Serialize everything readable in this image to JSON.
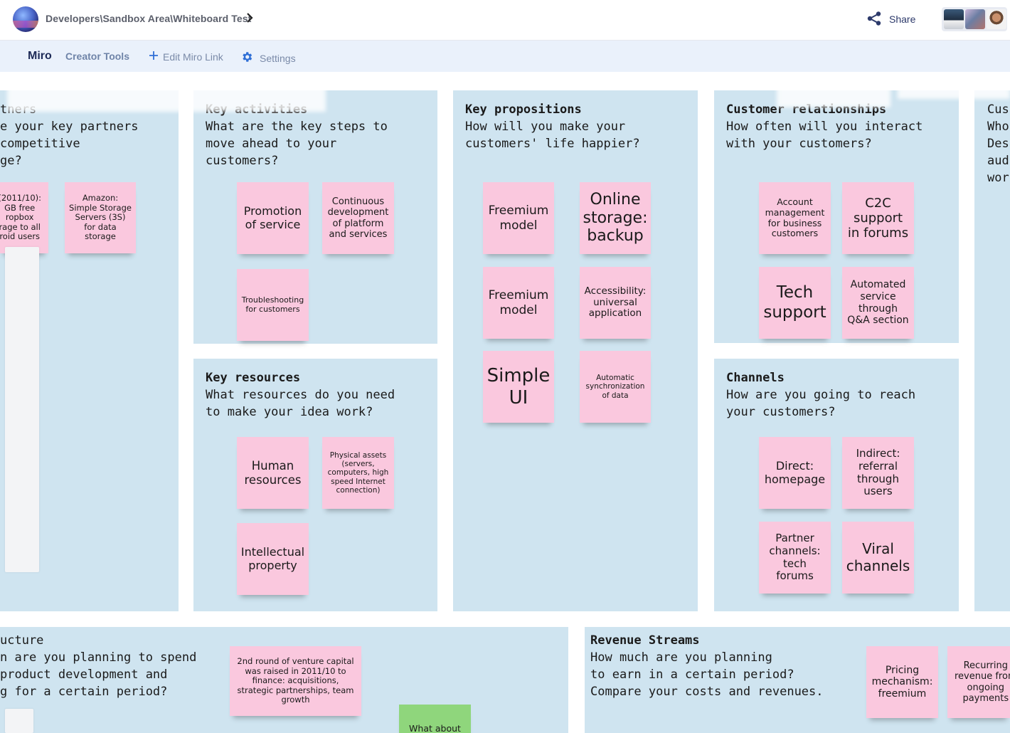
{
  "header": {
    "breadcrumb": "Developers\\Sandbox Area\\Whiteboard Test",
    "chevron": "›",
    "share_label": "Share",
    "avatars": [
      "user-avatar-1",
      "user-avatar-2",
      "user-avatar-3"
    ]
  },
  "toolbar": {
    "miro_label": "Miro",
    "creator_tools_label": "Creator Tools",
    "edit_link_label": "Edit Miro Link",
    "settings_label": "Settings"
  },
  "colors": {
    "panel": "#cfe4f0",
    "sticky_pink": "#fac8de",
    "sticky_green": "#8fd67c",
    "toolbar_bg": "#eaf1fb",
    "accent_blue": "#2f6fd6"
  },
  "panels": {
    "key_partners": {
      "text": "tners\ne your key partners\ncompetitive\nge?"
    },
    "key_activities": {
      "title": "Key activities",
      "text": "What are the key steps to\nmove ahead to your\ncustomers?"
    },
    "key_resources": {
      "title": "Key resources",
      "text": "What resources do you need\nto make your idea work?"
    },
    "key_propositions": {
      "title": "Key propositions",
      "text": "How will you make your\ncustomers' life happier?"
    },
    "customer_relationships": {
      "title": "Customer relationships",
      "text": "How often will you interact\nwith your customers?"
    },
    "channels": {
      "title": "Channels",
      "text": "How are you going to reach\nyour customers?"
    },
    "customer_segments": {
      "text": "Cus\nWho\nDes\naud\nwor"
    },
    "cost_structure": {
      "text": "ucture\nn are you planning to spend\nproduct development and\ng for a certain period?"
    },
    "revenue_streams": {
      "title": "Revenue Streams",
      "text": "How much are you planning\nto earn in a certain period?\nCompare your costs and revenues."
    }
  },
  "notes": {
    "partner_1": "(2011/10):\nGB free\nropbox\nrage to all\nroid users",
    "partner_2": "Amazon:\nSimple Storage\nServers (3S)\nfor data\nstorage",
    "activity_1": "Promotion\nof service",
    "activity_2": "Continuous\ndevelopment\nof platform\nand services",
    "activity_3": "Troubleshooting\nfor customers",
    "resource_1": "Human\nresources",
    "resource_2": "Physical assets\n(servers,\ncomputers, high\nspeed Internet\nconnection)",
    "resource_3": "Intellectual\nproperty",
    "prop_1": "Freemium\nmodel",
    "prop_2": "Online\nstorage:\nbackup",
    "prop_3": "Freemium\nmodel",
    "prop_4": "Accessibility:\nuniversal\napplication",
    "prop_5": "Simple\nUI",
    "prop_6": "Automatic\nsynchronization\nof data",
    "rel_1": "Account\nmanagement\nfor business\ncustomers",
    "rel_2": "C2C\nsupport\nin forums",
    "rel_3": "Tech\nsupport",
    "rel_4": "Automated\nservice\nthrough\nQ&A section",
    "chan_1": "Direct:\nhomepage",
    "chan_2": "Indirect:\nreferral\nthrough\nusers",
    "chan_3": "Partner\nchannels:\ntech\nforums",
    "chan_4": "Viral\nchannels",
    "cost_1": "2nd round of venture capital\nwas raised in 2011/10 to\nfinance: acquisitions,\nstrategic partnerships, team\ngrowth",
    "cost_green": "What about",
    "rev_1": "Pricing\nmechanism:\nfreemium",
    "rev_2": "Recurring\nrevenue from\nongoing\npayments"
  }
}
